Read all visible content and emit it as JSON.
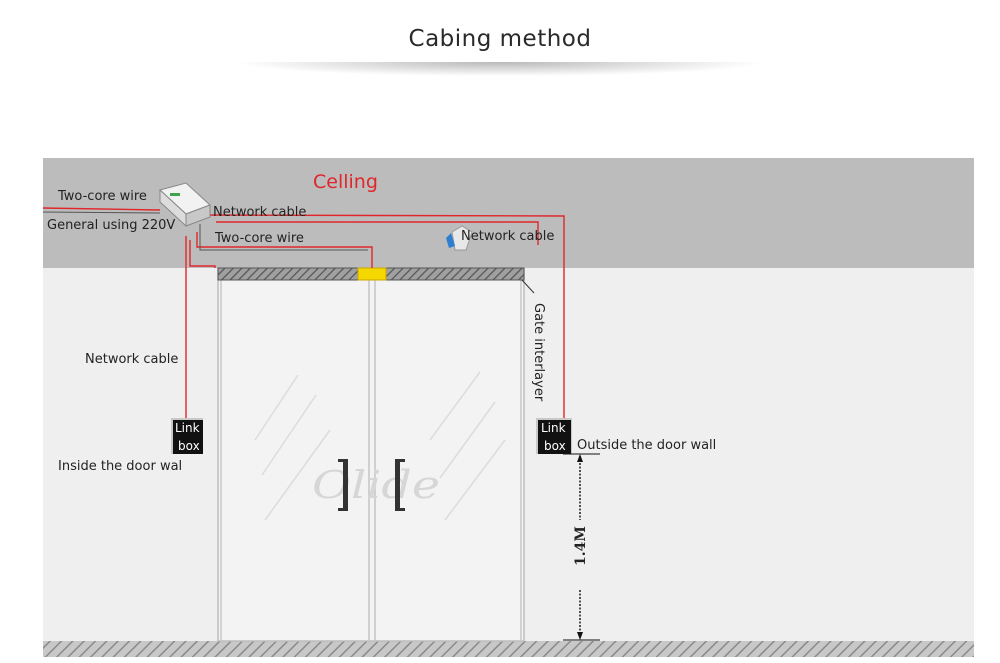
{
  "title": "Cabing method",
  "diagram": {
    "ceiling_label": "Celling",
    "left_top_wire": "Two-core wire",
    "power_label": "General  using  220V",
    "network_cable_top": "Network cable",
    "two_core_wire_mid": "Two-core wire",
    "network_cable_right": "Network cable",
    "gate_interlayer": "Gate interlayer",
    "network_cable_left": "Network cable",
    "link_box_left": {
      "line1": "Link",
      "line2": "box"
    },
    "link_box_right": {
      "line1": "Link",
      "line2": "box"
    },
    "inside_wall": "Inside the door wal",
    "outside_wall": "Outside the door wall",
    "height_mark": "1.4M",
    "watermark": "Olide"
  },
  "colors": {
    "ceiling": "#bcbcbc",
    "wall": "#efefef",
    "cable": "#e0262a",
    "sensor_block": "#f5d800",
    "link_box": "#111111"
  },
  "icons": [
    "controller-box-icon",
    "sensor-icon"
  ]
}
